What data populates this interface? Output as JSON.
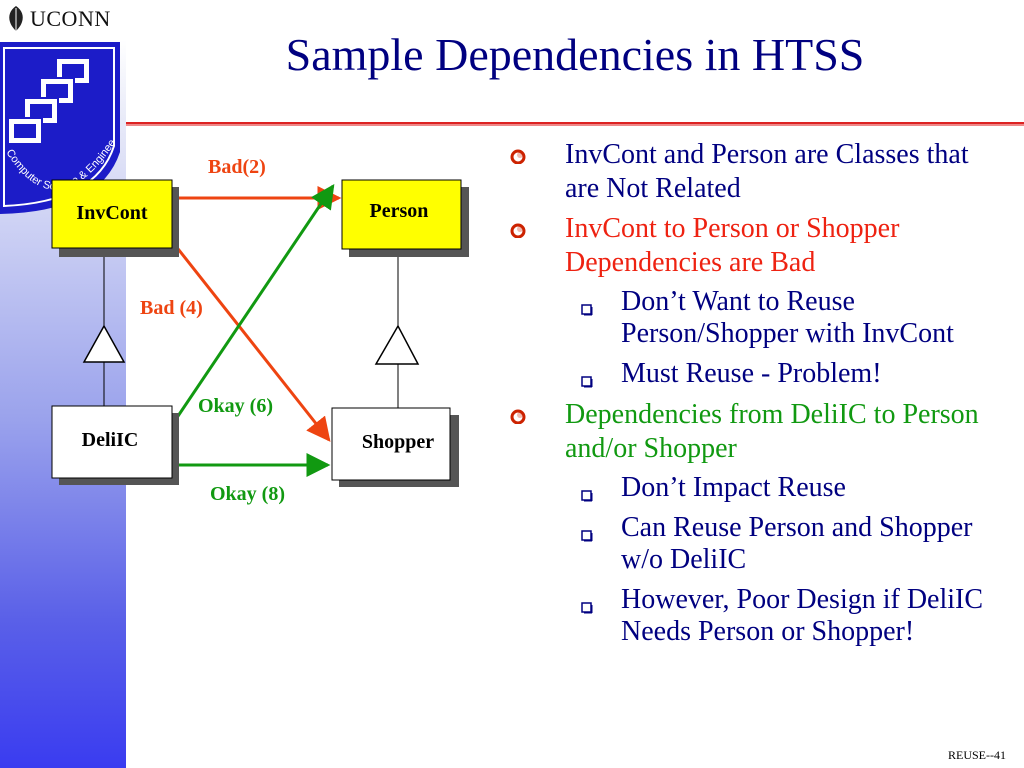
{
  "brand": {
    "uconn": "UCONN",
    "dept_logo_text": "Computer Science & Engineering"
  },
  "slide": {
    "title": "Sample Dependencies in HTSS",
    "footer": "REUSE--41"
  },
  "colors": {
    "title": "#000080",
    "bad": "#ee4411",
    "okay": "#119911",
    "class_fill": "#ffff00",
    "rule_red": "#dd2222",
    "bullet_text": "#000080"
  },
  "diagram": {
    "classes": {
      "invcont": "InvCont",
      "person": "Person",
      "deliic": "DeliIC",
      "shopper": "Shopper"
    },
    "edges": {
      "bad2": "Bad(2)",
      "bad4": "Bad (4)",
      "okay6": "Okay (6)",
      "okay8": "Okay (8)"
    }
  },
  "bullets": [
    {
      "text": "InvCont and Person are Classes that are Not Related",
      "color": "#000080",
      "children": []
    },
    {
      "text": "InvCont to Person or Shopper Dependencies are Bad",
      "color": "#ee2211",
      "children": [
        "Don’t Want to Reuse Person/Shopper with InvCont",
        "Must Reuse - Problem!"
      ]
    },
    {
      "text": "Dependencies from DeliIC to Person and/or Shopper",
      "color": "#119911",
      "children": [
        "Don’t Impact Reuse",
        "Can Reuse Person and Shopper w/o DeliIC",
        "However, Poor Design if DeliIC Needs Person or Shopper!"
      ]
    }
  ]
}
